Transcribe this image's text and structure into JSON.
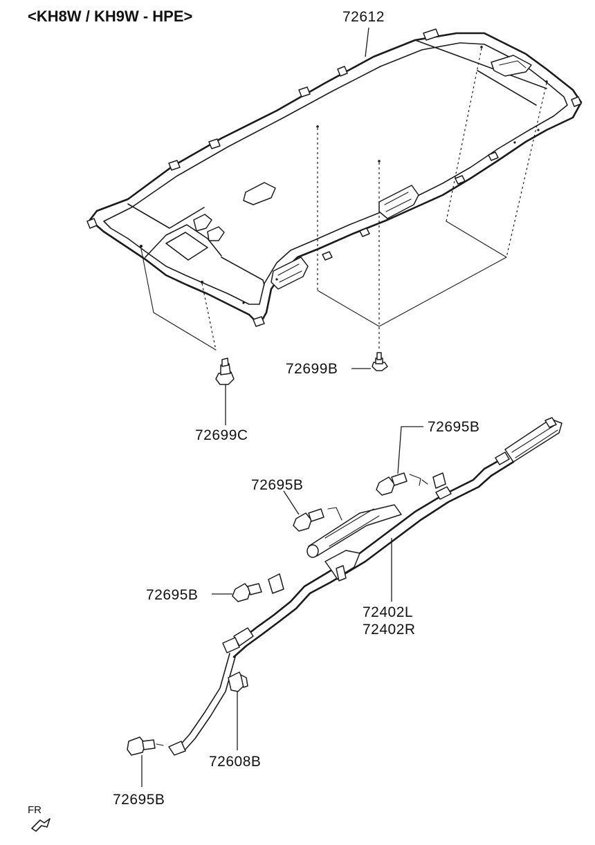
{
  "header": {
    "title": "<KH8W / KH9W - HPE>"
  },
  "parts": {
    "headlining": "72612",
    "clip_b": "72699B",
    "clip_c": "72699C",
    "bolt_top_right": "72695B",
    "bolt_mid": "72695B",
    "bolt_left": "72695B",
    "bolt_bottom": "72695B",
    "airbag_l": "72402L",
    "airbag_r": "72402R",
    "bracket": "72608B"
  },
  "orientation": {
    "front_label": "FR"
  }
}
